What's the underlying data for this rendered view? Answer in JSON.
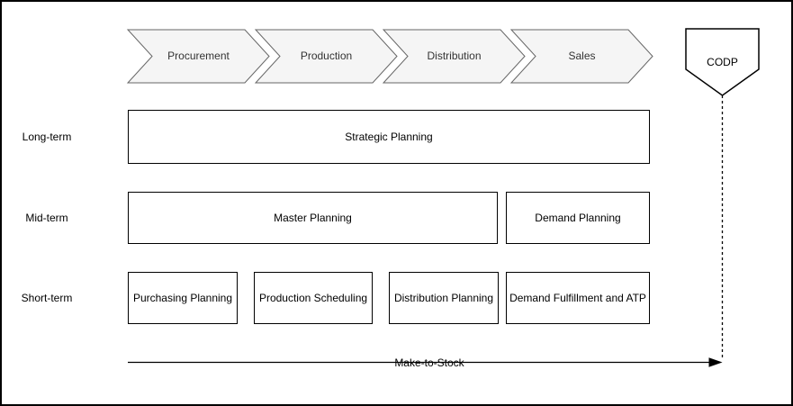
{
  "diagram": {
    "background_color": "#ffffff",
    "frame_color": "#000000",
    "shape_stroke_color": "#000000",
    "chevron_fill_color": "#f5f5f5",
    "chevron_stroke_color": "#666666"
  },
  "process_chevrons": {
    "items": [
      {
        "label": "Procurement"
      },
      {
        "label": "Production"
      },
      {
        "label": "Distribution"
      },
      {
        "label": "Sales"
      }
    ]
  },
  "codp": {
    "label": "CODP"
  },
  "rows": [
    {
      "label": "Long-term",
      "boxes": [
        {
          "label": "Strategic Planning"
        }
      ]
    },
    {
      "label": "Mid-term",
      "boxes": [
        {
          "label": "Master Planning"
        },
        {
          "label": "Demand Planning"
        }
      ]
    },
    {
      "label": "Short-term",
      "boxes": [
        {
          "label": "Purchasing Planning"
        },
        {
          "label": "Production Scheduling"
        },
        {
          "label": "Distribution Planning"
        },
        {
          "label": "Demand Fulfillment and ATP"
        }
      ]
    }
  ],
  "flow_arrow": {
    "label": "Make-to-Stock"
  }
}
